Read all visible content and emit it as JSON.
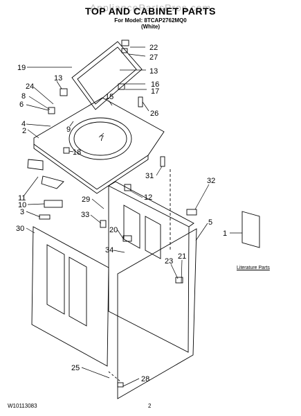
{
  "header": {
    "watermark": "AppliancePartsPros.com",
    "title": "TOP AND CABINET PARTS",
    "model": "For Model: 8TCAP2762MQ0",
    "variant": "(White)"
  },
  "literature_label": "Literature Parts",
  "footer": {
    "doc_number": "W10113083",
    "page_number": "2"
  },
  "callouts": [
    "22",
    "27",
    "19",
    "13",
    "13",
    "16",
    "17",
    "24",
    "8",
    "6",
    "15",
    "26",
    "4",
    "9",
    "2",
    "7",
    "18",
    "31",
    "11",
    "10",
    "3",
    "29",
    "12",
    "32",
    "33",
    "5",
    "1",
    "30",
    "20",
    "34",
    "23",
    "21",
    "25",
    "28"
  ]
}
